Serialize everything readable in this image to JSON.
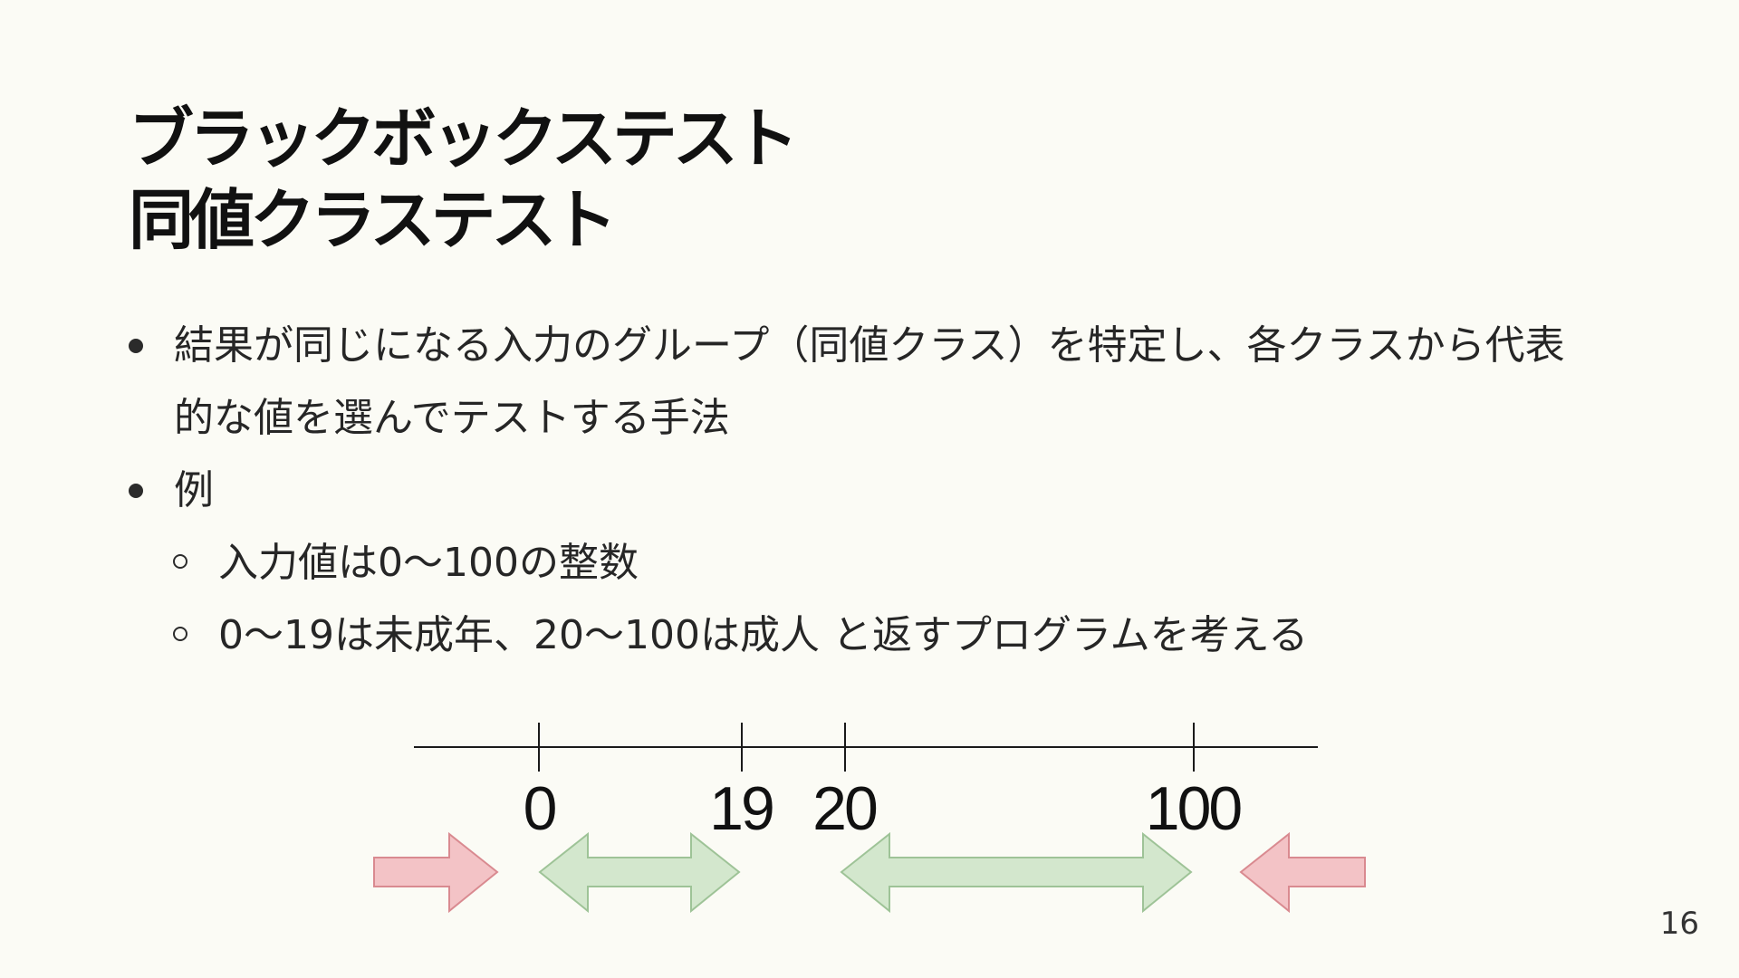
{
  "slide": {
    "title_line1": "ブラックボックステスト",
    "title_line2": "同値クラステスト",
    "bullets": [
      {
        "line1": "結果が同じになる入力のグループ（同値クラス）を特定し、各クラスから代表",
        "line2": "的な値を選んでテストする手法"
      },
      {
        "text": "例"
      }
    ],
    "sub_bullets": [
      "入力値は0〜100の整数",
      "0〜19は未成年、20〜100は成人 と返すプログラムを考える"
    ],
    "page_number": "16"
  },
  "diagram": {
    "ticks": [
      "0",
      "19",
      "20",
      "100"
    ],
    "arrow_colors": {
      "invalid_fill": "#f3c3c6",
      "invalid_stroke": "#d98a90",
      "valid_fill": "#d3e7cd",
      "valid_stroke": "#9ec397",
      "line": "#1a1a1a"
    },
    "arrows": [
      {
        "kind": "invalid",
        "direction": "right",
        "name": "below-range-arrow"
      },
      {
        "kind": "valid",
        "direction": "both",
        "name": "minor-range-arrow"
      },
      {
        "kind": "valid",
        "direction": "both",
        "name": "adult-range-arrow"
      },
      {
        "kind": "invalid",
        "direction": "left",
        "name": "above-range-arrow"
      }
    ]
  }
}
